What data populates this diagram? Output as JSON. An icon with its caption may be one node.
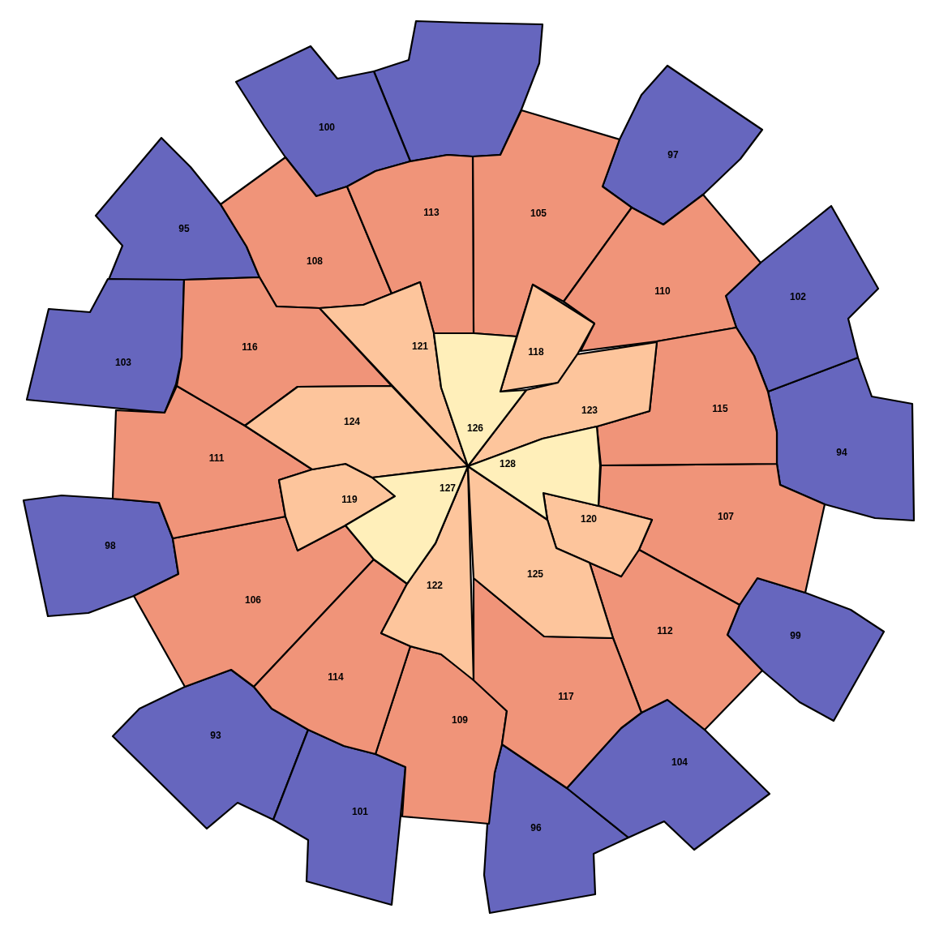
{
  "diagram": {
    "nodes": [
      {
        "text": [],
        "shape": "polygon"
      },
      {
        "text": [
          "93"
        ]
      },
      {
        "text": [
          "94"
        ]
      },
      {
        "text": [
          "95"
        ]
      },
      {
        "text": [
          "96"
        ]
      },
      {
        "text": [
          "97"
        ]
      },
      {
        "text": [
          "98"
        ]
      },
      {
        "text": [
          "99"
        ]
      },
      {
        "text": [
          "100"
        ]
      },
      {
        "text": [
          "101"
        ]
      },
      {
        "text": [
          "102"
        ]
      },
      {
        "text": [
          "103"
        ]
      },
      {
        "text": [
          "104"
        ]
      },
      {
        "text": [
          "105"
        ]
      },
      {
        "text": [
          "106"
        ]
      },
      {
        "text": [
          "107"
        ]
      },
      {
        "text": [
          "108"
        ]
      },
      {
        "text": [
          "109"
        ]
      },
      {
        "text": [
          "110"
        ]
      },
      {
        "text": [
          "111"
        ]
      },
      {
        "text": [
          "112"
        ]
      },
      {
        "text": [
          "113"
        ]
      },
      {
        "text": [
          "114"
        ]
      },
      {
        "text": [
          "115"
        ]
      },
      {
        "text": [
          "116"
        ]
      },
      {
        "text": [
          "117"
        ]
      },
      {
        "text": [
          "118"
        ]
      },
      {
        "text": [
          "119"
        ]
      },
      {
        "text": [
          "120"
        ]
      },
      {
        "text": [
          "121"
        ]
      },
      {
        "text": [
          "122"
        ]
      },
      {
        "text": [
          "123"
        ]
      },
      {
        "text": [
          "124"
        ]
      },
      {
        "text": [
          "125"
        ]
      },
      {
        "text": [
          "126"
        ]
      },
      {
        "text": [
          "127"
        ]
      },
      {
        "text": [
          "128"
        ]
      }
    ]
  }
}
